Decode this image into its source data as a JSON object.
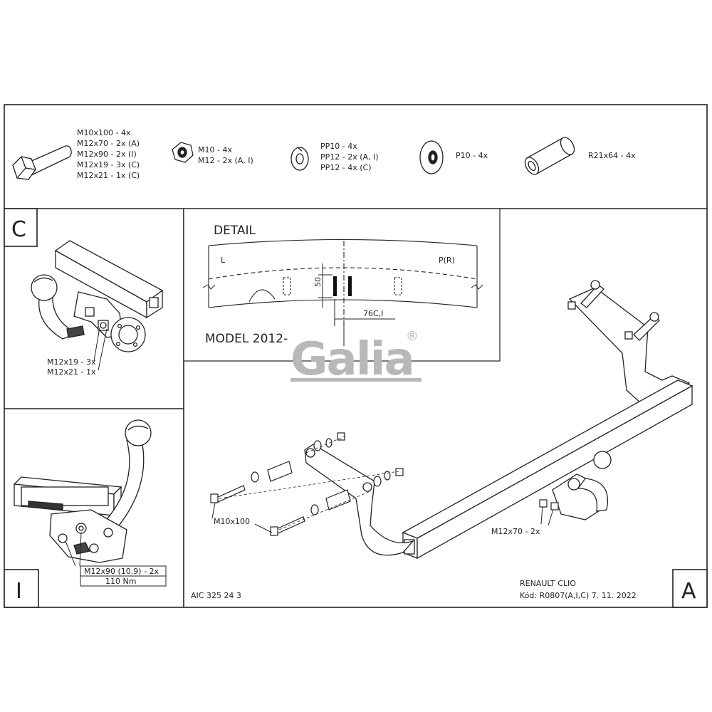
{
  "hardware": {
    "bolts_lines": [
      "M10x100 - 4x",
      "M12x70 - 2x (A)",
      "M12x90 - 2x (I)",
      "M12x19 - 3x (C)",
      "M12x21 - 1x (C)"
    ],
    "nuts_lines": [
      "M10 - 4x",
      "M12 - 2x (A, I)"
    ],
    "spring_washers_lines": [
      "PP10 - 4x",
      "PP12 - 2x (A, I)",
      "PP12 - 4x (C)"
    ],
    "flat_washer": "P10 - 4x",
    "spacer_tube": "R21x64 - 4x"
  },
  "panel_c": {
    "letter": "C",
    "callout_lines": [
      "M12x19 - 3x",
      "M12x21 - 1x"
    ]
  },
  "panel_i": {
    "letter": "I",
    "callout_line1": "M12x90 (10.9) - 2x",
    "callout_line2": "110 Nm"
  },
  "detail": {
    "title": "DETAIL",
    "left_label": "L",
    "right_label": "P(R)",
    "dim_vertical": "50",
    "dim_horizontal": "76C,I",
    "model": "MODEL 2012-"
  },
  "brand": {
    "logo": "Galia",
    "registered": "®"
  },
  "panel_a": {
    "letter": "A",
    "bolt_label": "M10x100",
    "bolt_label_a": "M12x70 - 2x"
  },
  "footer": {
    "part_number": "AIC 325 24 3",
    "vehicle": "RENAULT CLIO",
    "code": "Kód: R0807(A,I,C)  7. 11. 2022"
  }
}
